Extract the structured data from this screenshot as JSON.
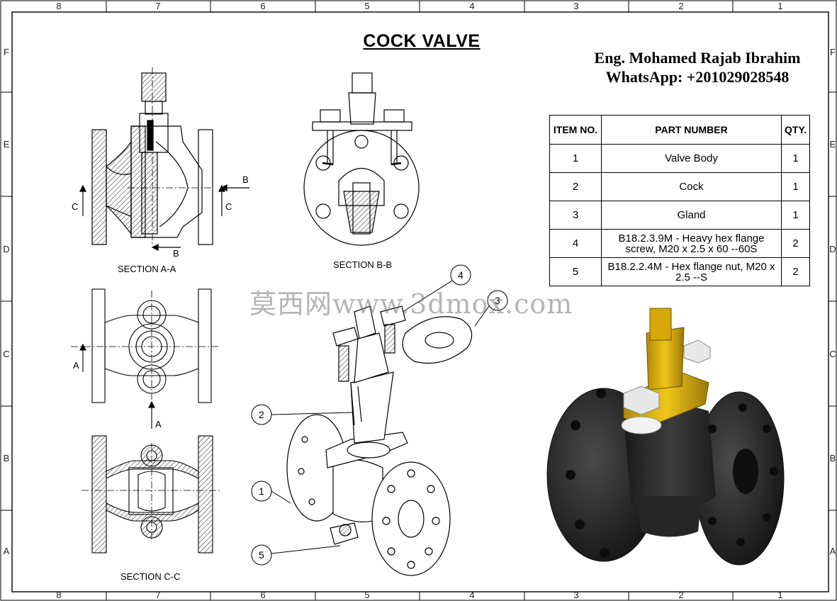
{
  "title": "COCK VALVE",
  "author": {
    "name": "Eng. Mohamed Rajab Ibrahim",
    "whatsapp": "WhatsApp: +201029028548"
  },
  "zones": {
    "columns": [
      "8",
      "7",
      "6",
      "5",
      "4",
      "3",
      "2",
      "1"
    ],
    "rows": [
      "F",
      "E",
      "D",
      "C",
      "B",
      "A"
    ]
  },
  "bom": {
    "headers": [
      "ITEM NO.",
      "PART NUMBER",
      "QTY."
    ],
    "rows": [
      {
        "item": "1",
        "part": "Valve Body",
        "qty": "1"
      },
      {
        "item": "2",
        "part": "Cock",
        "qty": "1"
      },
      {
        "item": "3",
        "part": "Gland",
        "qty": "1"
      },
      {
        "item": "4",
        "part": "B18.2.3.9M - Heavy hex flange screw, M20 x 2.5 x 60 --60S",
        "qty": "2"
      },
      {
        "item": "5",
        "part": "B18.2.2.4M - Hex flange nut, M20 x 2.5 --S",
        "qty": "2"
      }
    ]
  },
  "views": {
    "section_aa": "SECTION A-A",
    "section_bb": "SECTION B-B",
    "section_cc": "SECTION C-C"
  },
  "cut_letters": {
    "a": "A",
    "b": "B",
    "c": "C"
  },
  "balloons": [
    "1",
    "2",
    "3",
    "4",
    "5"
  ],
  "watermark": "莫西网www.3dmox.com",
  "colors": {
    "render_body": "#2a2a2a",
    "render_gland": "#e0b40c",
    "render_bolt": "#e4e4e4",
    "hatch": "#000000"
  }
}
